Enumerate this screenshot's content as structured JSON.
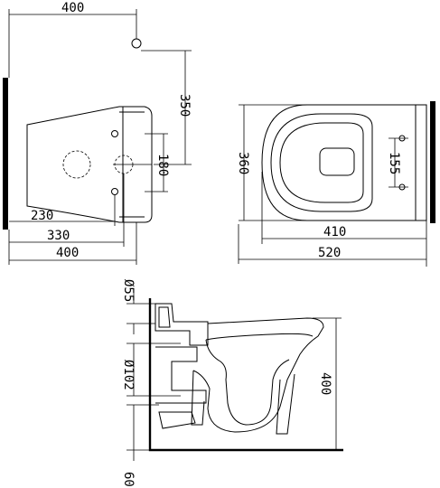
{
  "plan_view": {
    "width_total": "400",
    "height_outlet": "350",
    "depth_outer": "400",
    "depth_mid": "330",
    "depth_inner": "230",
    "hole_spacing": "180"
  },
  "top_view": {
    "width": "360",
    "length_total": "520",
    "length_bowl": "410",
    "bolt_spacing": "155"
  },
  "side_view": {
    "inlet_diameter": "Ø55",
    "outlet_diameter": "Ø102",
    "height": "400",
    "floor_offset": "60"
  }
}
